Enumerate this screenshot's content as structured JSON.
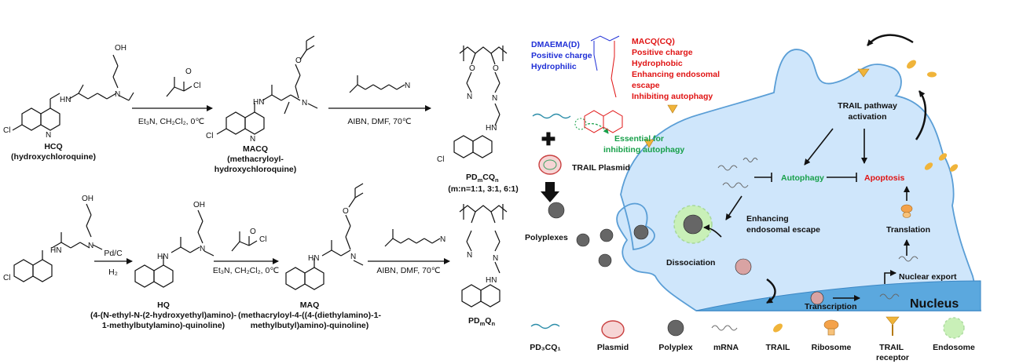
{
  "colors": {
    "blue": "#1f2fd6",
    "red": "#e01414",
    "green": "#18a04a",
    "cell_fill": "#cfe6fb",
    "cell_edge": "#5a9ed6",
    "nucleus": "#5ba8de",
    "trail": "#f0b43a",
    "endosome": "#c9f0b8"
  },
  "scheme": {
    "hcq_name": "HCQ",
    "hcq_full": "(hydroxychloroquine)",
    "reagent1": "Et₃N, CH₂Cl₂, 0℃",
    "macq_name": "MACQ",
    "macq_full1": "(methacryloyl-",
    "macq_full2": "hydroxychloroquine)",
    "reagent2": "AIBN, DMF, 70℃",
    "pdcq_name": "PD",
    "pdcq_m": "m",
    "pdcq_c": "CQ",
    "pdcq_n": "n",
    "pdcq_ratio": "(m:n=1:1, 3:1, 6:1)",
    "reagent_pd": "Pd/C",
    "reagent_h2": "H₂",
    "hq_name": "HQ",
    "hq_full1": "(4-(N-ethyl-N-(2-hydroxyethyl)amino)-",
    "hq_full2": "1-methylbutylamino)-quinoline)",
    "reagent3": "Et₃N, CH₂Cl₂, 0℃",
    "maq_name": "MAQ",
    "maq_full1": "(methacryloyl-4-((4-(diethylamino)-1-",
    "maq_full2": "methylbutyl)amino)-quinoline)",
    "reagent4": "AIBN, DMF, 70℃",
    "pdq_name": "PD",
    "pdq_m": "m",
    "pdq_q": "Q",
    "pdq_n": "n",
    "atom_o": "O",
    "atom_oh": "OH",
    "atom_n": "N",
    "atom_hn": "HN",
    "atom_cl": "Cl"
  },
  "polymer": {
    "dmaema": "DMAEMA(D)",
    "d_pos": "Positive charge",
    "d_hydro": "Hydrophilic",
    "macq": "MACQ(CQ)",
    "c_pos": "Positive charge",
    "c_hydro": "Hydrophobic",
    "c_endo1": "Enhancing endosomal",
    "c_endo2": "escape",
    "c_auto": "Inhibiting autophagy",
    "essential1": "Essential for",
    "essential2": "inhibiting autophagy",
    "plasmid_label": "TRAIL Plasmid",
    "polyplexes": "Polyplexes"
  },
  "cell": {
    "trail_activation1": "TRAIL pathway",
    "trail_activation2": "activation",
    "autophagy": "Autophagy",
    "apoptosis": "Apoptosis",
    "enhancing1": "Enhancing",
    "enhancing2": "endosomal escape",
    "dissociation": "Dissociation",
    "translation": "Translation",
    "nuclear_export": "Nuclear export",
    "transcription": "Transcription",
    "nucleus": "Nucleus"
  },
  "legend": [
    {
      "label": "PD₃CQ₁",
      "icon": "polymer-chain-icon"
    },
    {
      "label": "Plasmid",
      "icon": "plasmid-icon"
    },
    {
      "label": "Polyplex",
      "icon": "polyplex-icon"
    },
    {
      "label": "mRNA",
      "icon": "mrna-icon"
    },
    {
      "label": "TRAIL",
      "icon": "trail-icon"
    },
    {
      "label": "Ribosome",
      "icon": "ribosome-icon"
    },
    {
      "label": "TRAIL\nreceptor",
      "icon": "trail-receptor-icon"
    },
    {
      "label": "Endosome",
      "icon": "endosome-icon"
    }
  ]
}
